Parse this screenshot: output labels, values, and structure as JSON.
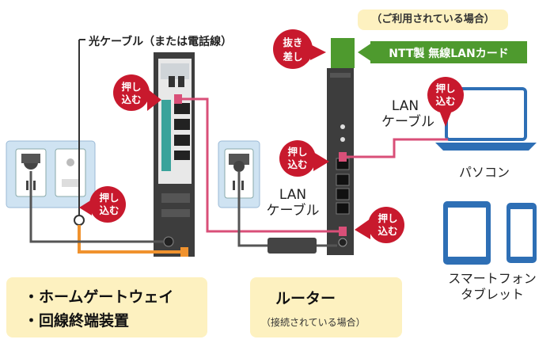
{
  "labels": {
    "optical_cable": "光ケーブル（または電話線）",
    "usage_note": "（ご利用されている場合）",
    "ntt_card": "NTT製 無線LANカード",
    "lan_cable_pc_line1": "LAN",
    "lan_cable_pc_line2": "ケーブル",
    "lan_cable_router_line1": "LAN",
    "lan_cable_router_line2": "ケーブル",
    "pc": "パソコン",
    "smartphone_line1": "スマートフォン",
    "smartphone_line2": "タブレット",
    "gateway_line1": "・ホームゲートウェイ",
    "gateway_line2": "・回線終端装置",
    "router": "ルーター",
    "router_note": "（接続されている場合）"
  },
  "callouts": {
    "push_in_line1": "押し",
    "push_in_line2": "込む",
    "unplug_line1": "抜き",
    "unplug_line2": "差し"
  },
  "colors": {
    "callout_red": "#c8192d",
    "lan_pink": "#d94f78",
    "optical_orange": "#f0922e",
    "card_green": "#4e9a2e",
    "label_yellow": "#fdf1c0",
    "device_dark": "#3d3d3d",
    "outlet_blue": "#cfe3f2",
    "tablet_blue": "#2e6fb5"
  }
}
